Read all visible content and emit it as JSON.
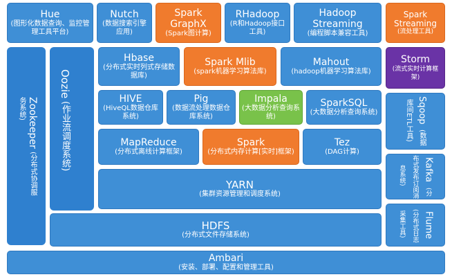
{
  "top": {
    "hue": {
      "title": "Hue",
      "sub": "(图形化数据查询、监控管理工具平台)"
    },
    "nutch": {
      "title": "Nutch",
      "sub": "(数据搜索引擎应用)"
    },
    "graphx": {
      "title": "Spark GraphX",
      "sub": "(Spark图计算)"
    },
    "rhadoop": {
      "title": "RHadoop",
      "sub": "(R和Hadoop接口工具)"
    },
    "streaming": {
      "title": "Hadoop Streaming",
      "sub": "(编程脚本兼容工具)"
    },
    "spark_streaming": {
      "title": "Spark Streaming",
      "sub": "(流处理工具)"
    }
  },
  "left": {
    "zookeeper": {
      "title": "Zookeeper",
      "sub": "(分布式协调服务系统)"
    },
    "oozie": {
      "title": "Oozie",
      "sub": "(作业流调度系统)"
    }
  },
  "middle": {
    "hbase": {
      "title": "Hbase",
      "sub": "(分布式实时列式存储数据库)"
    },
    "mllib": {
      "title": "Spark Mlib",
      "sub": "(spark机器学习算法库)"
    },
    "mahout": {
      "title": "Mahout",
      "sub": "(hadoop机器学习算法库)"
    },
    "hive": {
      "title": "HIVE",
      "sub": "(HiveQL数据仓库系统)"
    },
    "pig": {
      "title": "Pig",
      "sub": "(数据流处理数据仓库系统)"
    },
    "impala": {
      "title": "Impala",
      "sub": "(大数据分析查询系统)"
    },
    "sparksql": {
      "title": "SparkSQL",
      "sub": "(大数据分析查询系统)"
    },
    "mapreduce": {
      "title": "MapReduce",
      "sub": "(分布式离线计算框架)"
    },
    "spark": {
      "title": "Spark",
      "sub": "(分布式内存计算[实时]框架)"
    },
    "tez": {
      "title": "Tez",
      "sub": "(DAG计算)"
    }
  },
  "right": {
    "storm": {
      "title": "Storm",
      "sub": "(流式实时计算框架)"
    },
    "sqoop": {
      "title": "Sqoop",
      "sub": "(数据库间ETL工具)"
    },
    "kafka": {
      "title": "Kafka",
      "sub": "(分布式发布订阅消息系统)"
    },
    "flume": {
      "title": "Flume",
      "sub": "(分布式日志采集工具)"
    }
  },
  "bottom": {
    "yarn": {
      "title": "YARN",
      "sub": "(集群资源管理和调度系统)"
    },
    "hdfs": {
      "title": "HDFS",
      "sub": "(分布式文件存储系统)"
    },
    "ambari": {
      "title": "Ambari",
      "sub": "(安装、部署、配置和管理工具)"
    }
  },
  "colors": {
    "blue": "#3f8fd6",
    "orange": "#f07b2d",
    "green": "#79c24a",
    "purple": "#6a33a6"
  }
}
